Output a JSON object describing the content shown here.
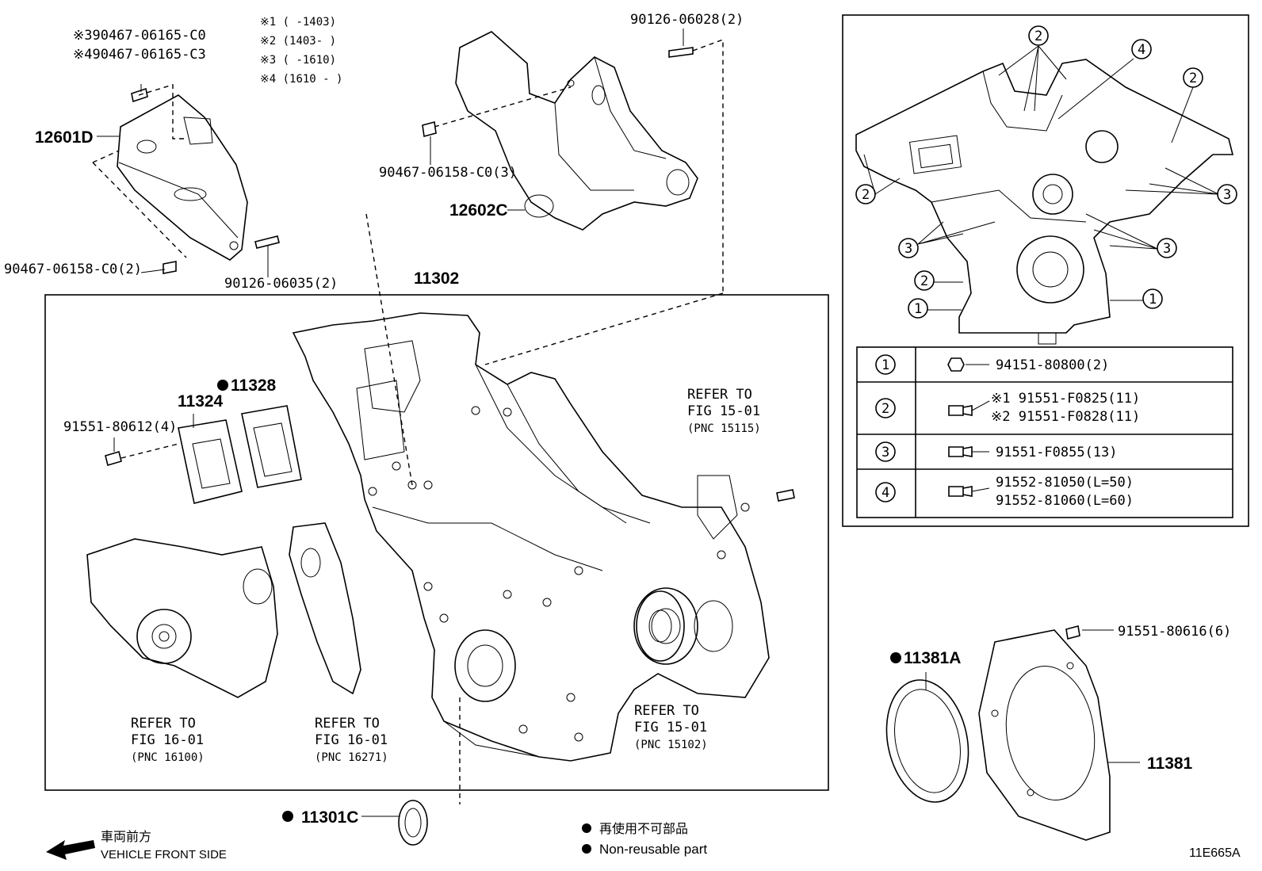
{
  "labels": {
    "p12601D": "12601D",
    "p12602C": "12602C",
    "p11302": "11302",
    "p11324": "11324",
    "p11328": "11328",
    "p11301C": "11301C",
    "p11381A": "11381A",
    "p11381": "11381",
    "b_90467_c0_top": "※390467-06165-C0",
    "b_90467_c3": "※490467-06165-C3",
    "b_90467_06158_left": "90467-06158-C0(2)",
    "b_90126_06035": "90126-06035(2)",
    "b_90126_06028": "90126-06028(2)",
    "b_90467_06158_mid": "90467-06158-C0(3)",
    "b_91551_80612": "91551-80612(4)",
    "b_91551_80616": "91551-80616(6)"
  },
  "date_notes": [
    "※1 (     -1403)",
    "※2 (1403-     )",
    "※3 (     -1610)",
    "※4 (1610 -    )"
  ],
  "refs": {
    "r1": [
      "REFER TO",
      "FIG 15-01",
      "(PNC 15115)"
    ],
    "r2": [
      "REFER TO",
      "FIG 16-01",
      "(PNC 16100)"
    ],
    "r3": [
      "REFER TO",
      "FIG 16-01",
      "(PNC 16271)"
    ],
    "r4": [
      "REFER TO",
      "FIG 15-01",
      "(PNC 15102)"
    ]
  },
  "bolt_table": {
    "rows": [
      {
        "num": "1",
        "lines": [
          "94151-80800(2)"
        ]
      },
      {
        "num": "2",
        "lines": [
          "※1 91551-F0825(11)",
          "※2 91551-F0828(11)"
        ]
      },
      {
        "num": "3",
        "lines": [
          "91551-F0855(13)"
        ]
      },
      {
        "num": "4",
        "lines": [
          "91552-81050(L=50)",
          "91552-81060(L=60)"
        ]
      }
    ]
  },
  "callout_numbers": [
    "2",
    "4",
    "2",
    "2",
    "3",
    "3",
    "3",
    "2",
    "1",
    "1"
  ],
  "legend": {
    "jp": "再使用不可部品",
    "en": "Non-reusable part"
  },
  "direction": {
    "jp": "車両前方",
    "en": "VEHICLE FRONT SIDE"
  },
  "figure_code": "11E665A"
}
